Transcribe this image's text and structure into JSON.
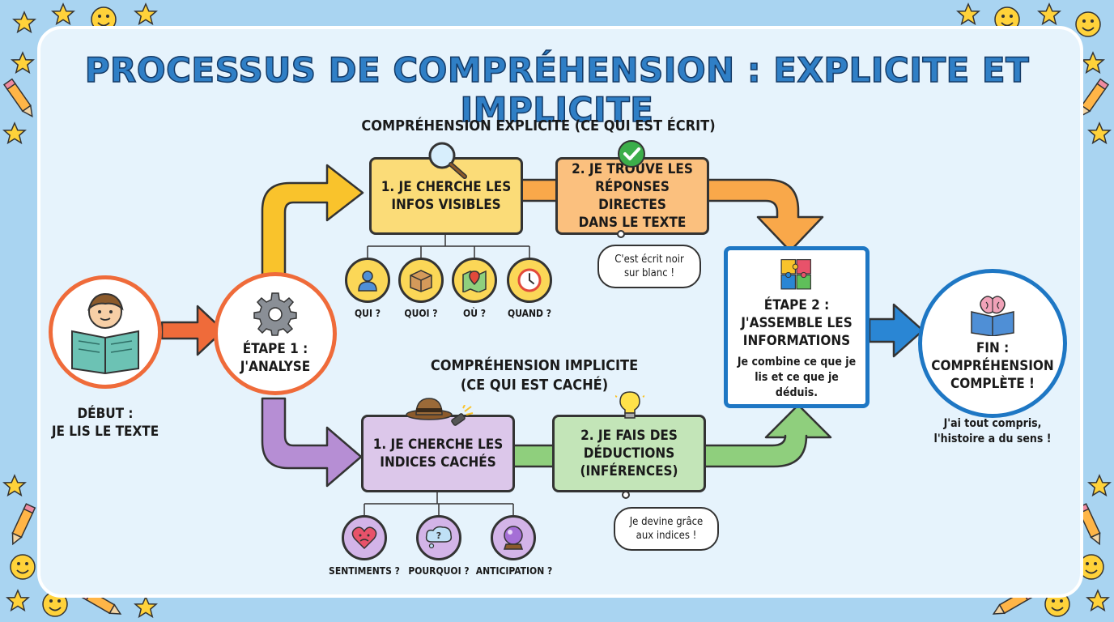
{
  "title": "PROCESSUS DE COMPRÉHENSION : EXPLICITE ET IMPLICITE",
  "start": {
    "line1": "DÉBUT :",
    "line2": "JE LIS LE TEXTE"
  },
  "step1": {
    "line1": "ÉTAPE 1 :",
    "line2": "J'ANALYSE"
  },
  "explicit": {
    "heading": "COMPRÉHENSION EXPLICITE (CE QUI EST ÉCRIT)",
    "box1": {
      "line1": "1. JE CHERCHE LES",
      "line2": "INFOS VISIBLES"
    },
    "box2": {
      "line1": "2. JE TROUVE LES",
      "line2": "RÉPONSES DIRECTES",
      "line3": "DANS LE TEXTE"
    },
    "bubble": {
      "line1": "C'est écrit noir",
      "line2": "sur blanc !"
    },
    "questions": [
      "QUI ?",
      "QUOI ?",
      "OÙ ?",
      "QUAND ?"
    ]
  },
  "implicit": {
    "heading1": "COMPRÉHENSION IMPLICITE",
    "heading2": "(CE QUI EST CACHÉ)",
    "box1": {
      "line1": "1. JE CHERCHE LES",
      "line2": "INDICES CACHÉS"
    },
    "box2": {
      "line1": "2. JE FAIS DES",
      "line2": "DÉDUCTIONS",
      "line3": "(INFÉRENCES)"
    },
    "bubble": {
      "line1": "Je devine grâce",
      "line2": "aux indices !"
    },
    "questions": [
      "SENTIMENTS ?",
      "POURQUOI ?",
      "ANTICIPATION ?"
    ]
  },
  "step2": {
    "line1": "ÉTAPE 2 :",
    "line2": "J'ASSEMBLE LES",
    "line3": "INFORMATIONS",
    "desc1": "Je combine ce que je",
    "desc2": "lis et ce que je déduis."
  },
  "end": {
    "line1": "FIN :",
    "line2": "COMPRÉHENSION",
    "line3": "COMPLÈTE !",
    "note1": "J'ai tout compris,",
    "note2": "l'histoire a du sens !"
  },
  "colors": {
    "background": "#a9d4f1",
    "panel": "#e6f3fc",
    "title": "#2f7fc6",
    "start_ring": "#ef6b3a",
    "explicit_yellow": "#fbdc78",
    "explicit_orange": "#fbc07e",
    "implicit_purple": "#dcc7ea",
    "implicit_green": "#c3e5b8",
    "step2_ring": "#1e77c4",
    "end_ring": "#1e77c4"
  },
  "icons": [
    "reading-child-icon",
    "gear-icon",
    "magnifier-icon",
    "check-icon",
    "person-icon",
    "box-icon",
    "map-pin-icon",
    "clock-icon",
    "detective-hat-icon",
    "flashlight-icon",
    "lightbulb-icon",
    "heart-icon",
    "thought-bubble-icon",
    "crystal-ball-icon",
    "puzzle-icon",
    "brain-book-icon",
    "star-icon",
    "smiley-icon",
    "pencil-icon"
  ]
}
